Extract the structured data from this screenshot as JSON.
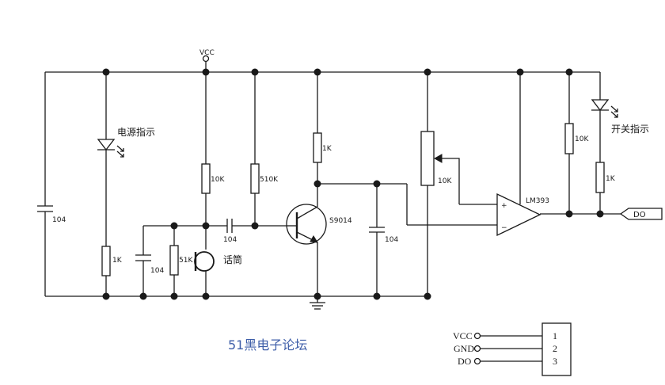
{
  "supply": {
    "vcc": "VCC"
  },
  "components": {
    "c_left": "104",
    "r_led_power": "1K",
    "c_bias": "104",
    "r_bias": "51K",
    "r_mic_top": "10K",
    "c_couple": "104",
    "r_base": "510K",
    "r_collector": "1K",
    "transistor": "S9014",
    "c_filter": "104",
    "pot": "10K",
    "comparator": "LM393",
    "r_pullup": "10K",
    "r_led_switch": "1K"
  },
  "labels": {
    "power_led": "电源指示",
    "switch_led": "开关指示",
    "mic": "话筒",
    "output": "DO",
    "plus": "+",
    "minus": "−"
  },
  "connector": {
    "pins": [
      {
        "name": "VCC",
        "number": "1"
      },
      {
        "name": "GND",
        "number": "2"
      },
      {
        "name": "DO",
        "number": "3"
      }
    ]
  },
  "footer": {
    "title": "51黑电子论坛"
  }
}
